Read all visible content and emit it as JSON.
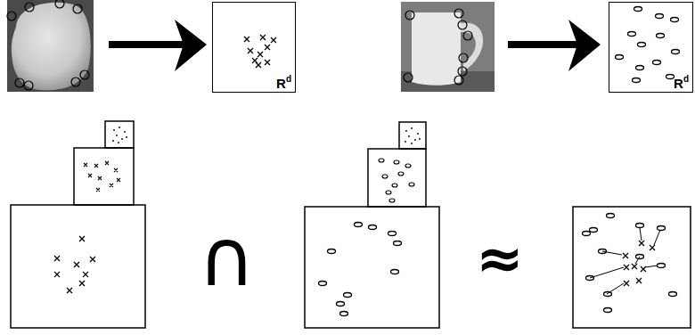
{
  "diagram": {
    "nodes": [
      {
        "text": [
          "R",
          "d"
        ]
      },
      {
        "text": [
          "R",
          "d"
        ]
      }
    ],
    "labels": [
      "∩",
      "≈"
    ]
  }
}
